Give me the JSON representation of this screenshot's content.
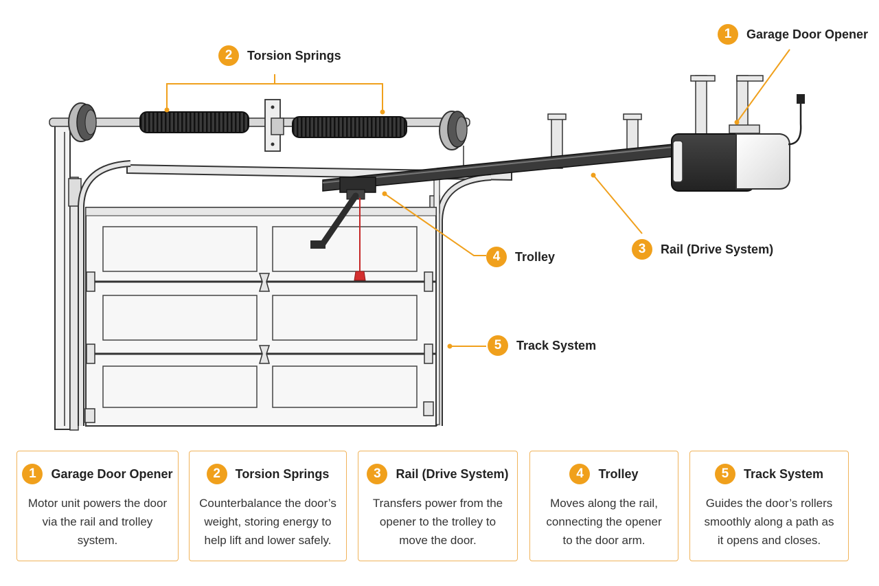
{
  "accent_color": "#f0a01c",
  "callouts": [
    {
      "number": "1",
      "label": "Garage Door Opener"
    },
    {
      "number": "2",
      "label": "Torsion Springs"
    },
    {
      "number": "3",
      "label": "Rail (Drive System)"
    },
    {
      "number": "4",
      "label": "Trolley"
    },
    {
      "number": "5",
      "label": "Track System"
    }
  ],
  "cards": [
    {
      "number": "1",
      "title": "Garage Door Opener",
      "description": "Motor unit powers the door via the rail and trolley system."
    },
    {
      "number": "2",
      "title": "Torsion Springs",
      "description": "Counterbalance the door’s weight, storing energy to help lift and lower safely."
    },
    {
      "number": "3",
      "title": "Rail (Drive System)",
      "description": "Transfers power from the opener to the trolley to move the door."
    },
    {
      "number": "4",
      "title": "Trolley",
      "description": "Moves along the rail, connecting the opener to the door arm."
    },
    {
      "number": "5",
      "title": "Track System",
      "description": "Guides the door’s rollers smoothly along a path as it opens and closes."
    }
  ]
}
